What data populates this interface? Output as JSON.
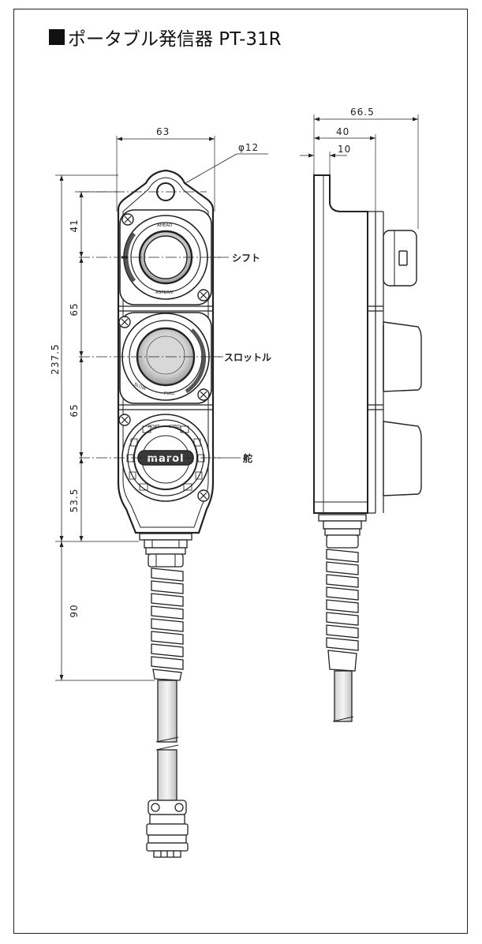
{
  "title": "ポータブル発信器 PT-31R",
  "front_view": {
    "dimensions": {
      "width": "63",
      "hole_diameter": "φ12",
      "overall_height": "237.5",
      "shift_offset": "41",
      "pitch_1": "65",
      "pitch_2": "65",
      "bottom_offset": "53.5",
      "gland_length": "90"
    },
    "callouts": {
      "shift": "シフト",
      "throttle": "スロットル",
      "rudder": "舵"
    },
    "panel_markings": {
      "ahead": "AHEAD",
      "astern": "ASTERN",
      "slow": "SLOW",
      "full": "FULL",
      "port": "PORT",
      "stbd": "STBD",
      "brand": "marol"
    }
  },
  "side_view": {
    "dimensions": {
      "depth_total": "66.5",
      "depth_body": "40",
      "flange": "10"
    }
  }
}
